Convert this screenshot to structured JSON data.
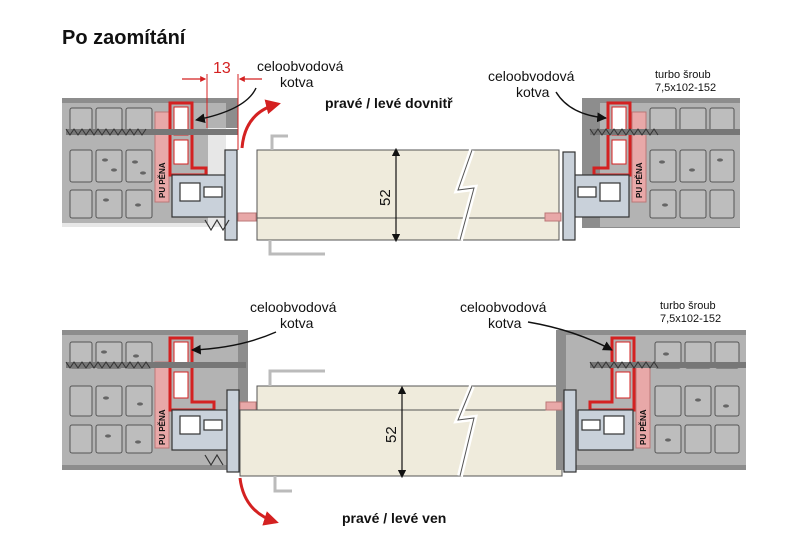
{
  "title": "Po zaomítání",
  "colors": {
    "wall": "#8d8d8d",
    "plaster": "#d4d4d4",
    "brick": "#bdbdbd",
    "foam": "#e8a8a8",
    "anchor": "#d42121",
    "frame": "#c9d1da",
    "door": "#efebdc",
    "dimension": "#d42121",
    "arrow": "#d42121"
  },
  "top": {
    "dimension_value": "13",
    "label_anchor_left": [
      "celoobvodová",
      "kotva"
    ],
    "label_anchor_right": [
      "celoobvodová",
      "kotva"
    ],
    "label_screw": [
      "turbo šroub",
      "7,5x102-152"
    ],
    "opening_label": "pravé / levé dovnitř",
    "door_thickness": "52",
    "foam_label": "PU PĚNA"
  },
  "bottom": {
    "label_anchor_left": [
      "celoobvodová",
      "kotva"
    ],
    "label_anchor_right": [
      "celoobvodová",
      "kotva"
    ],
    "label_screw": [
      "turbo šroub",
      "7,5x102-152"
    ],
    "opening_label": "pravé / levé ven",
    "door_thickness": "52",
    "foam_label": "PU PĚNA"
  },
  "icons": {
    "opening_arrow": "curved-arrow-icon",
    "callout_arrow": "arrow-pointer-icon"
  }
}
